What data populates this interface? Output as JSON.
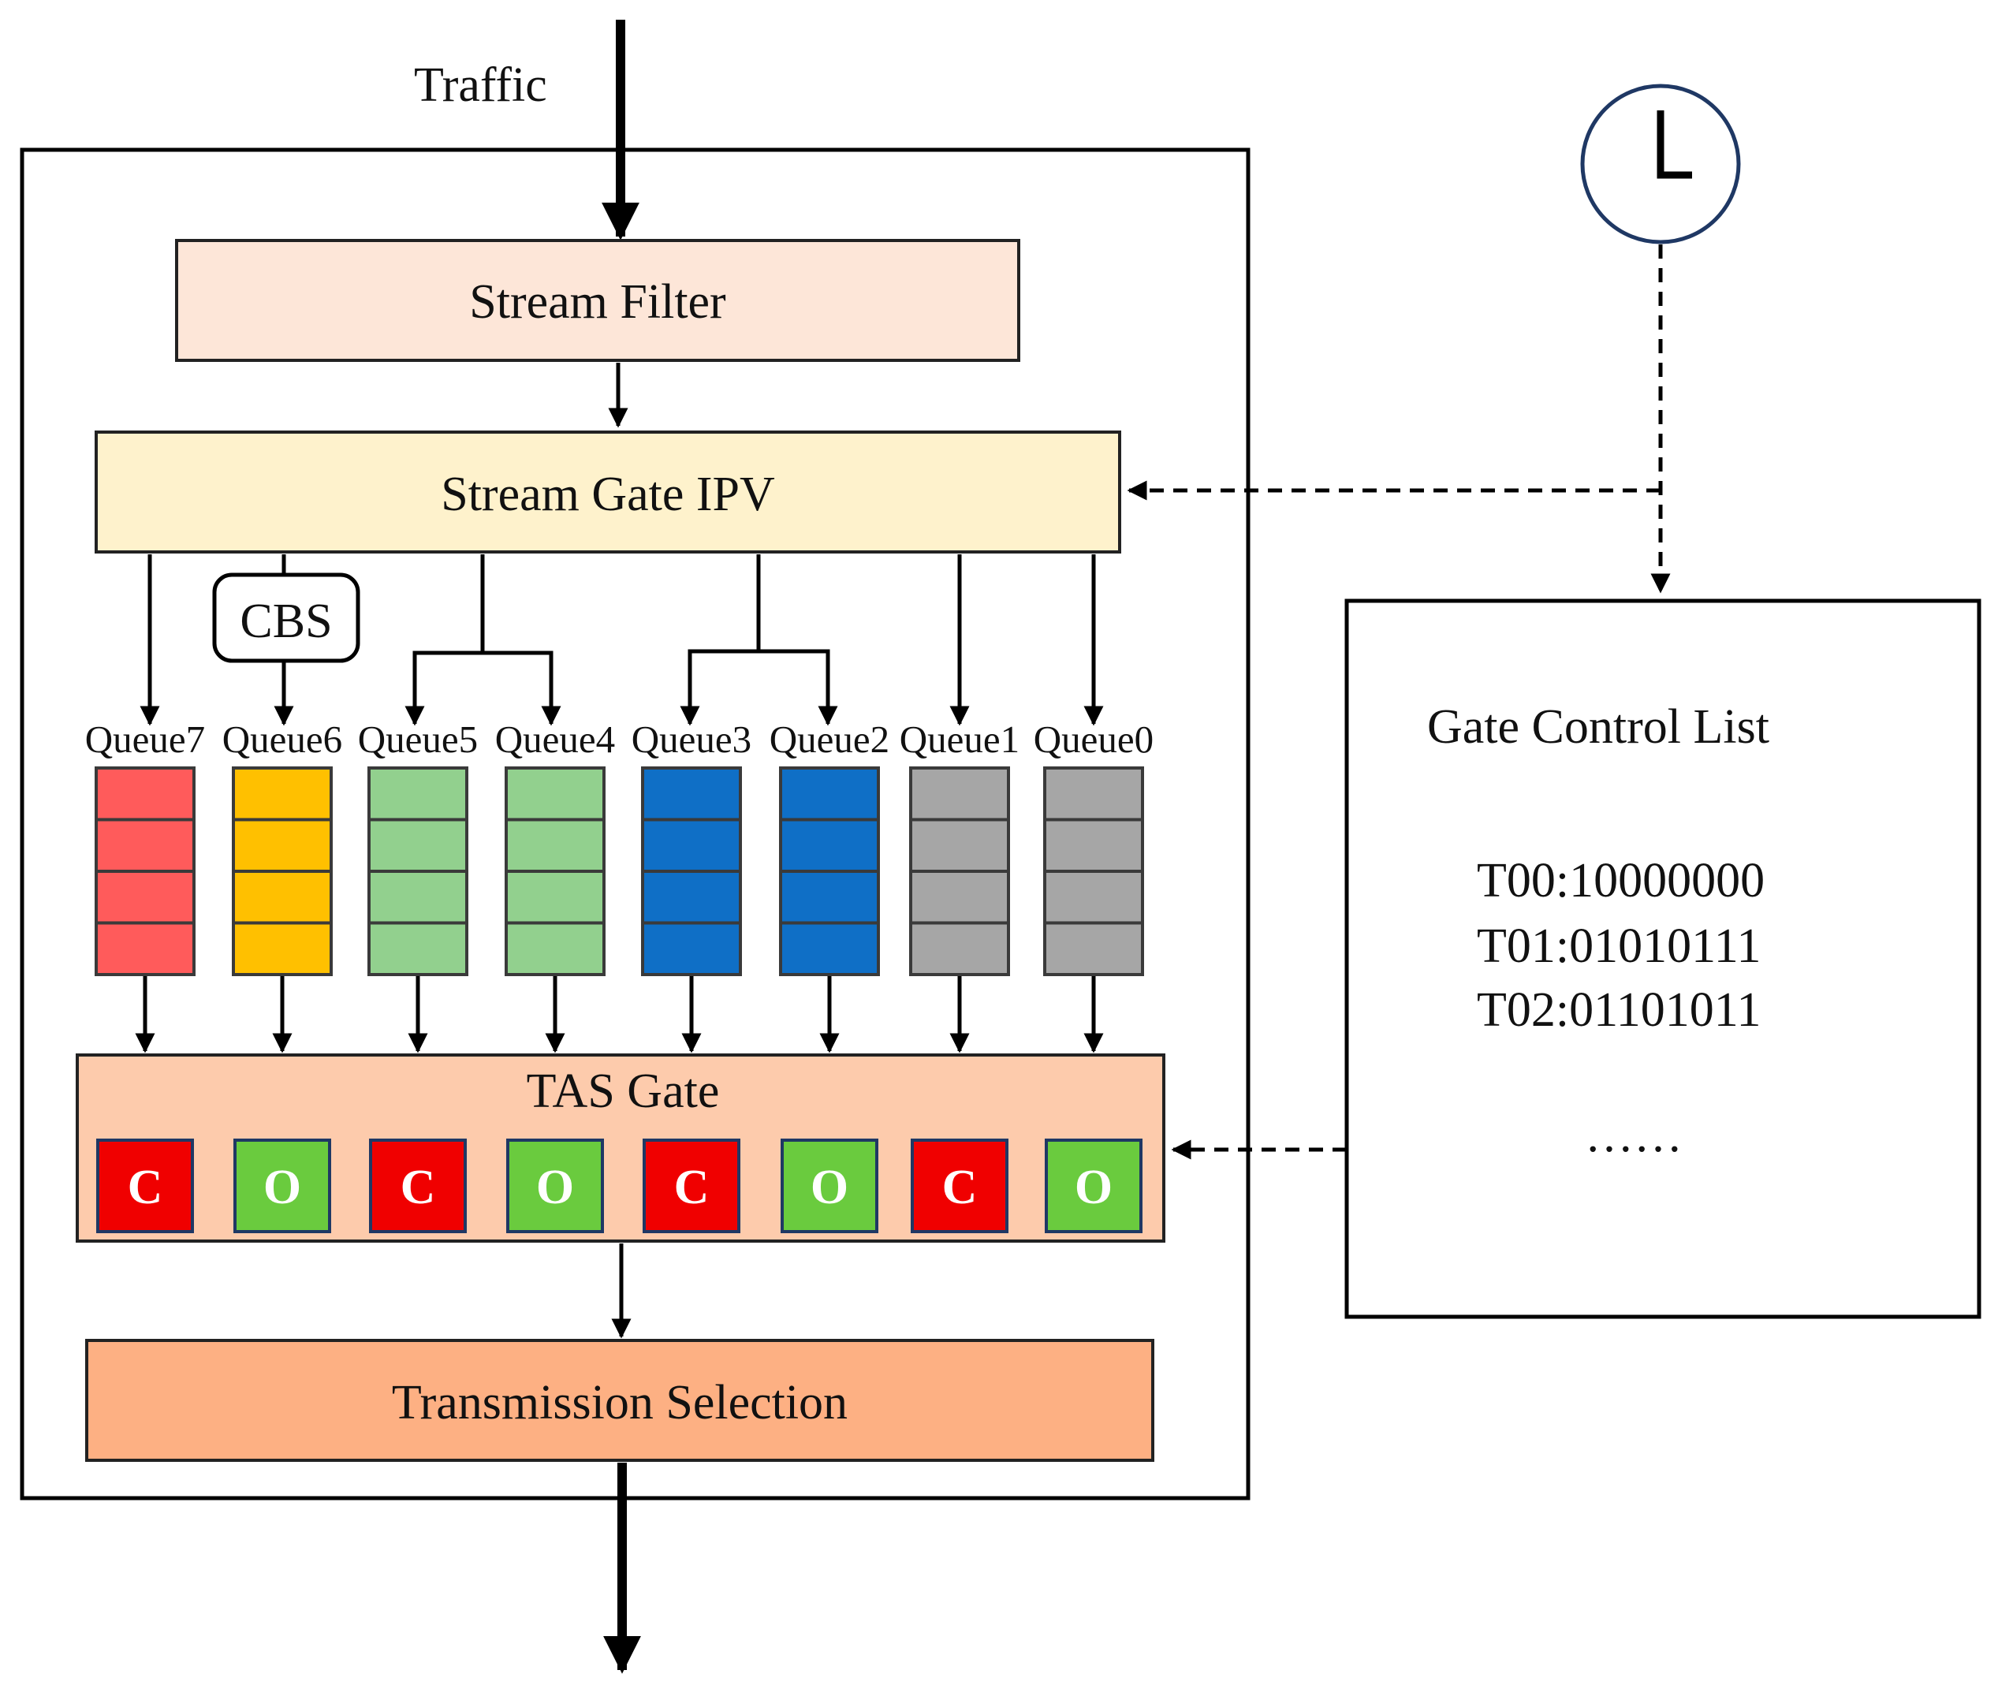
{
  "traffic_label": "Traffic",
  "stream_filter": {
    "label": "Stream Filter",
    "color": "#FDE6D8"
  },
  "stream_gate": {
    "label": "Stream Gate IPV",
    "color": "#FEF2CC"
  },
  "cbs_label": "CBS",
  "queues": [
    {
      "name": "Queue7",
      "color": "#FF5B5B"
    },
    {
      "name": "Queue6",
      "color": "#FFC000"
    },
    {
      "name": "Queue5",
      "color": "#92D08E"
    },
    {
      "name": "Queue4",
      "color": "#92D08E"
    },
    {
      "name": "Queue3",
      "color": "#0F6FC6"
    },
    {
      "name": "Queue2",
      "color": "#0F6FC6"
    },
    {
      "name": "Queue1",
      "color": "#A6A6A6"
    },
    {
      "name": "Queue0",
      "color": "#A6A6A6"
    }
  ],
  "tas_gate": {
    "label": "TAS Gate",
    "color": "#FDCBAC",
    "states": [
      "C",
      "O",
      "C",
      "O",
      "C",
      "O",
      "C",
      "O"
    ],
    "closed_color": "#F00000",
    "open_color": "#6ACB3E"
  },
  "transmission_selection": {
    "label": "Transmission Selection",
    "color": "#FDB083"
  },
  "gate_control_list": {
    "title": "Gate Control List",
    "entries": [
      "T00:10000000",
      "T01:01010111",
      "T02:01101011"
    ],
    "ellipsis": "……"
  },
  "clock_icon": "clock-icon"
}
